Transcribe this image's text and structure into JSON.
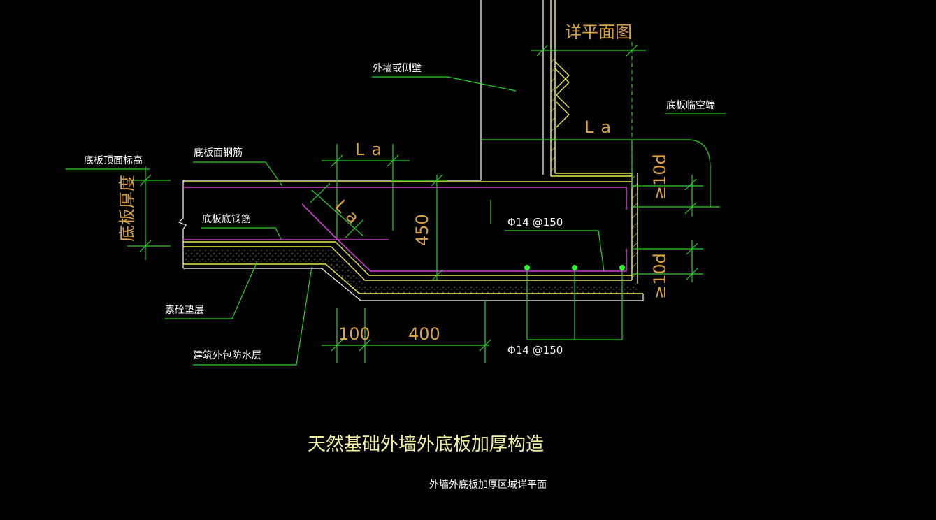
{
  "drawing": {
    "title": "天然基础外墙外底板加厚构造",
    "subtitle": "外墙外底板加厚区域详平面",
    "labels": {
      "outer_wall": "外墙或侧壁",
      "slab_free_end": "底板临空端",
      "slab_top_elevation": "底板顶面标高",
      "slab_top_rebar": "底板面钢筋",
      "slab_bottom_rebar": "底板底钢筋",
      "plain_concrete_cushion": "素砼垫层",
      "waterproof_layer": "建筑外包防水层",
      "detail_plan": "详平面图",
      "slab_thickness": "底板厚度"
    },
    "dimensions": {
      "la_top": "La",
      "la_left": "La",
      "la_diag": "La",
      "thickness_450": "450",
      "dim_100": "100",
      "dim_400": "400",
      "hook_10d_top": "≥10d",
      "hook_10d_bottom": "≥10d"
    },
    "rebar_callouts": {
      "upper": "Φ14 @150",
      "lower": "Φ14 @150"
    },
    "colors": {
      "background": "#000000",
      "leader": "#27d327",
      "outline": "#ffffff",
      "concrete": "#e8e84a",
      "rebar": "#d23ad2",
      "dimension_text": "#d9a441",
      "bar_dot": "#2cff2c"
    }
  }
}
